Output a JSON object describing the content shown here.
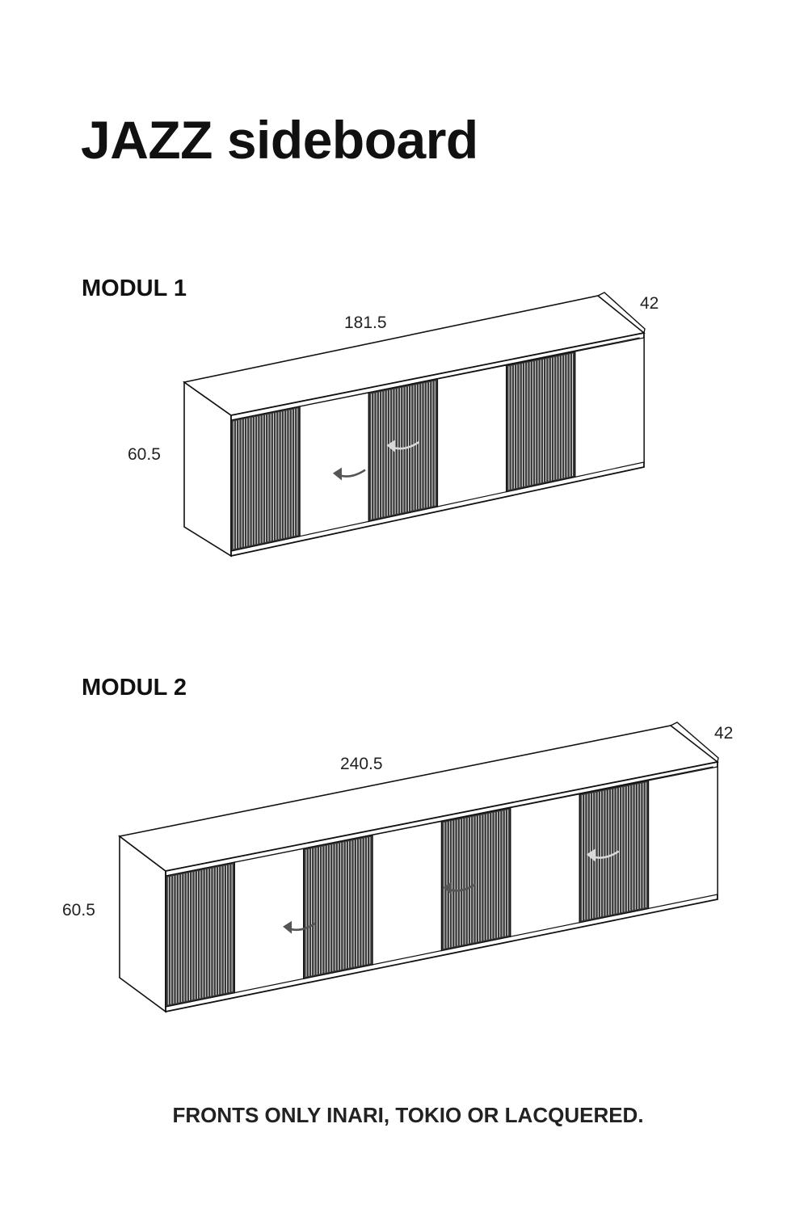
{
  "page_title": "JAZZ sideboard",
  "modules": [
    {
      "label": "MODUL 1",
      "width": "181.5",
      "depth": "42",
      "height": "60.5",
      "front_panels": [
        "slatted",
        "open",
        "slatted",
        "open",
        "slatted",
        "open"
      ],
      "hinge_arrows": 2
    },
    {
      "label": "MODUL 2",
      "width": "240.5",
      "depth": "42",
      "height": "60.5",
      "front_panels": [
        "slatted",
        "open",
        "slatted",
        "open",
        "slatted",
        "open",
        "slatted",
        "open"
      ],
      "hinge_arrows": 3
    }
  ],
  "footnote": "FRONTS ONLY INARI, TOKIO OR LACQUERED.",
  "colors": {
    "ink": "#111111",
    "slat_fill": "#3a3a3a",
    "slat_line": "#f2f2f2",
    "paper": "#ffffff"
  }
}
